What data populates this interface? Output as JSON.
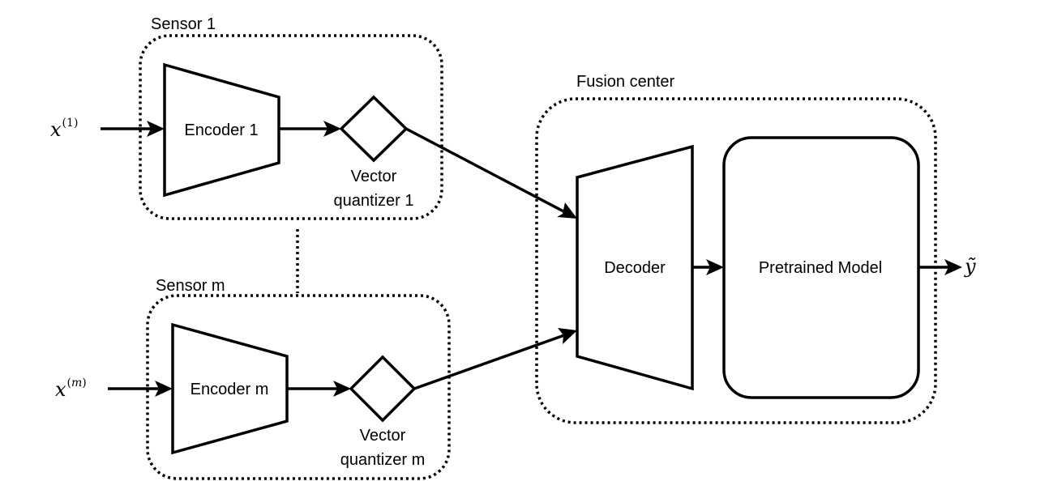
{
  "groups": {
    "sensor1": "Sensor 1",
    "sensorm": "Sensor m",
    "fusion": "Fusion center"
  },
  "blocks": {
    "encoder1": "Encoder 1",
    "encoderm": "Encoder m",
    "vq1_line1": "Vector",
    "vq1_line2": "quantizer 1",
    "vqm_line1": "Vector",
    "vqm_line2": "quantizer m",
    "decoder": "Decoder",
    "pretrained": "Pretrained Model"
  },
  "io": {
    "input1_base": "x",
    "input1_sup": "1",
    "inputm_base": "x",
    "inputm_sup": "m",
    "output_base": "ỹ"
  },
  "colors": {
    "stroke": "#000000",
    "background": "#ffffff"
  }
}
